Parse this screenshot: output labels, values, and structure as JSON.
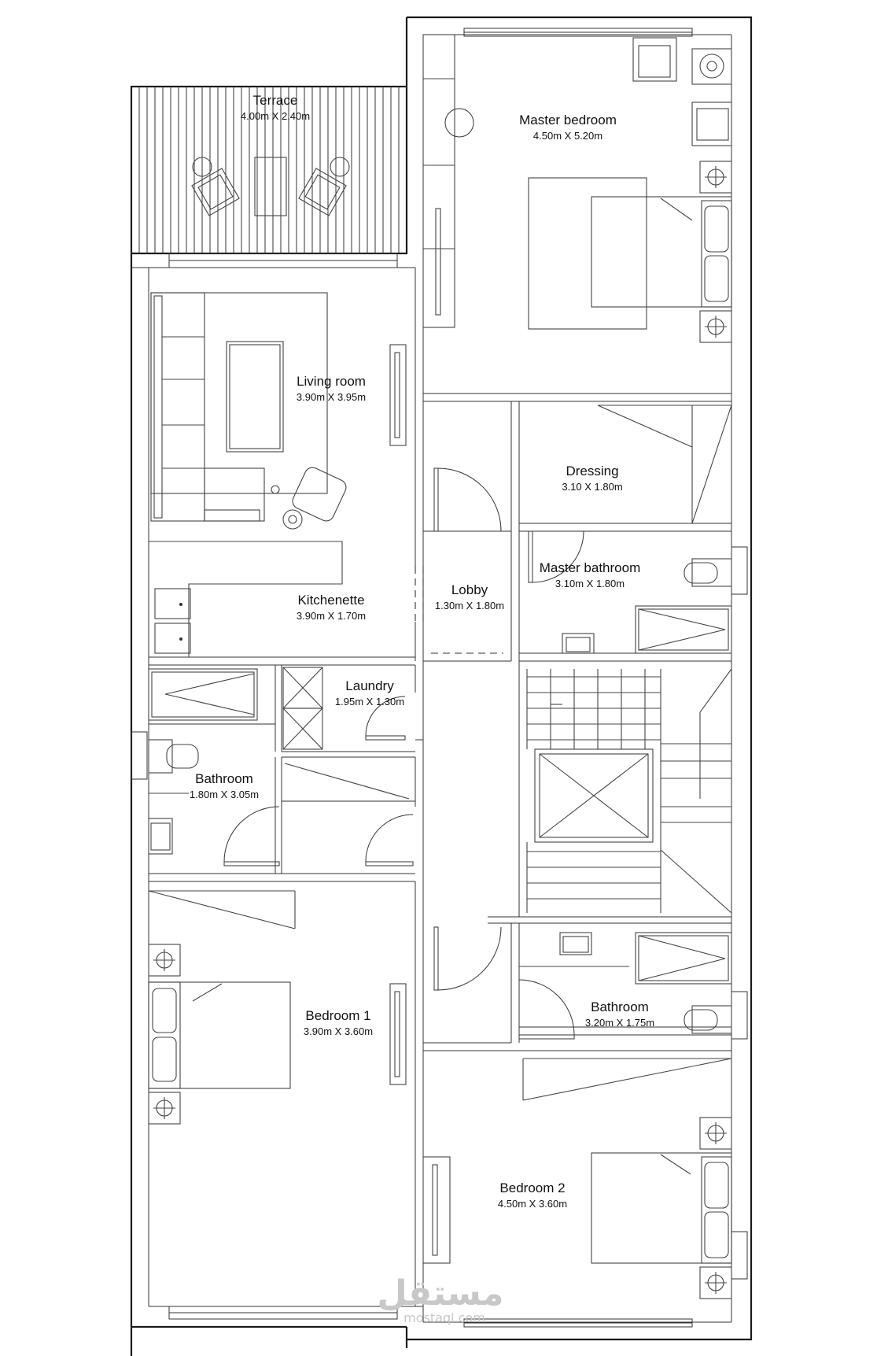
{
  "rooms": [
    {
      "name": "Terrace",
      "size": "4.00m X 2.40m"
    },
    {
      "name": "Master bedroom",
      "size": "4.50m X 5.20m"
    },
    {
      "name": "Living room",
      "size": "3.90m X 3.95m"
    },
    {
      "name": "Dressing",
      "size": "3.10 X 1.80m"
    },
    {
      "name": "Lobby",
      "size": "1.30m X 1.80m"
    },
    {
      "name": "Master bathroom",
      "size": "3.10m X 1.80m"
    },
    {
      "name": "Kitchenette",
      "size": "3.90m X 1.70m"
    },
    {
      "name": "Laundry",
      "size": "1.95m X 1.30m"
    },
    {
      "name": "Bathroom",
      "size": "1.80m X 3.05m"
    },
    {
      "name": "Bathroom",
      "size": "3.20m X 1.75m"
    },
    {
      "name": "Bedroom 1",
      "size": "3.90m X 3.60m"
    },
    {
      "name": "Bedroom 2",
      "size": "4.50m X 3.60m"
    }
  ],
  "watermark": {
    "arabic": "مستقل",
    "latin": "mostaql.com"
  }
}
